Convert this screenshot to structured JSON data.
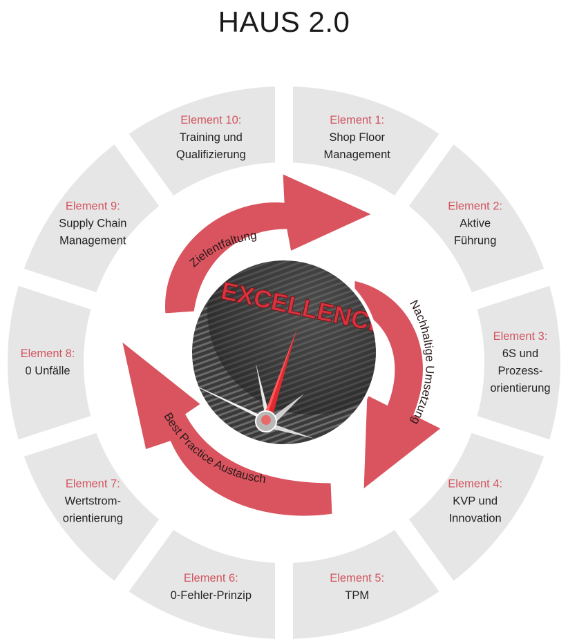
{
  "title": "HAUS 2.0",
  "colors": {
    "ring": "#e6e6e6",
    "gap": "#ffffff",
    "accent": "#d2545f",
    "arrow": "#d9545e",
    "text": "#222222"
  },
  "center_image": {
    "word": "EXCELLENCE",
    "icon": "compass-icon"
  },
  "elements": [
    {
      "label": "Element 1:",
      "lines": [
        "Shop Floor",
        "Management"
      ]
    },
    {
      "label": "Element 2:",
      "lines": [
        "Aktive",
        "Führung"
      ]
    },
    {
      "label": "Element 3:",
      "lines": [
        "6S und",
        "Prozess-",
        "orientierung"
      ]
    },
    {
      "label": "Element 4:",
      "lines": [
        "KVP und",
        "Innovation"
      ]
    },
    {
      "label": "Element 5:",
      "lines": [
        "TPM"
      ]
    },
    {
      "label": "Element 6:",
      "lines": [
        "0-Fehler-Prinzip"
      ]
    },
    {
      "label": "Element 7:",
      "lines": [
        "Wertstrom-",
        "orientierung"
      ]
    },
    {
      "label": "Element 8:",
      "lines": [
        "0 Unfälle"
      ]
    },
    {
      "label": "Element 9:",
      "lines": [
        "Supply Chain",
        "Management"
      ]
    },
    {
      "label": "Element 10:",
      "lines": [
        "Training und",
        "Qualifizierung"
      ]
    }
  ],
  "cycle": [
    {
      "label": "Zielentfaltung"
    },
    {
      "label": "Nachhaltige Umsetzung"
    },
    {
      "label": "Best Practice Austausch"
    }
  ]
}
